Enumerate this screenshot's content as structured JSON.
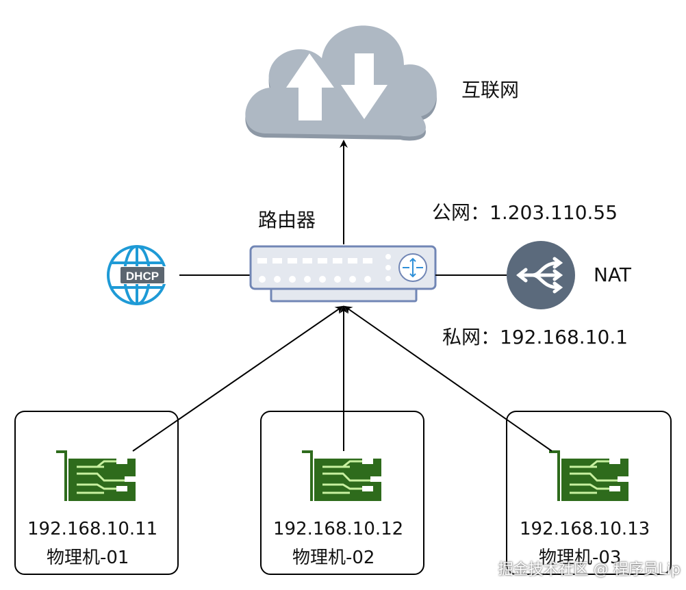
{
  "nodes": {
    "internet": {
      "label": "互联网"
    },
    "router": {
      "label": "路由器"
    },
    "public_ip": {
      "label": "公网：1.203.110.55"
    },
    "private_ip": {
      "label": "私网：192.168.10.1"
    },
    "dhcp": {
      "label": "DHCP"
    },
    "nat": {
      "label": "NAT"
    },
    "machines": [
      {
        "ip": "192.168.10.11",
        "name": "物理机-01"
      },
      {
        "ip": "192.168.10.12",
        "name": "物理机-02"
      },
      {
        "ip": "192.168.10.13",
        "name": "物理机-03"
      }
    ]
  },
  "watermark": "掘金技术社区 @ 程序员Lip",
  "colors": {
    "cloud": "#aeb8c3",
    "cloud_shadow": "#8d98a5",
    "dhcp_blue": "#1e9ad6",
    "router_fill": "#e4e8ef",
    "router_stroke": "#7186b5",
    "nat_circle": "#5b6a7c",
    "nic_green": "#2e6b1c",
    "line": "#000000"
  }
}
